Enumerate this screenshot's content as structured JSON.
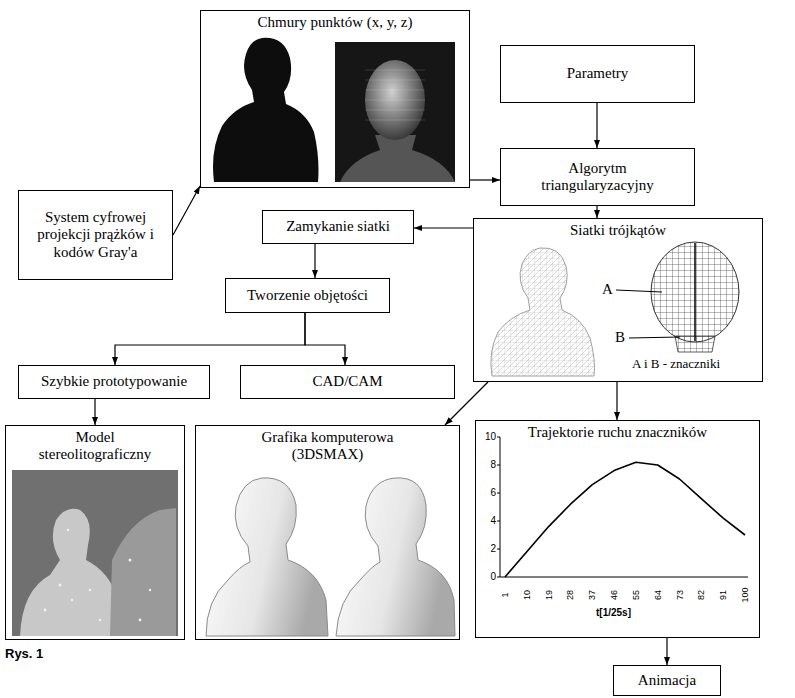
{
  "diagram": {
    "caption": "Rys. 1",
    "nodes": [
      {
        "text": [
          "System cyfrowej projekcji prążków i kodów Gray'a"
        ]
      },
      {
        "text": [
          "Chmury punktów (x, y, z)"
        ]
      },
      {
        "text": [
          "Parametry"
        ]
      },
      {
        "text": [
          "Algorytm triangularyzacyjny"
        ]
      },
      {
        "text": [
          "Siatki trójkątów"
        ]
      },
      {
        "text": [
          "Zamykanie siatki"
        ]
      },
      {
        "text": [
          "Tworzenie objętości"
        ]
      },
      {
        "text": [
          "Szybkie prototypowanie"
        ]
      },
      {
        "text": [
          "CAD/CAM"
        ]
      },
      {
        "text": [
          "Model stereolitograficzny"
        ]
      },
      {
        "text": [
          "Grafika komputerowa (3DSMAX)"
        ]
      },
      {
        "text": [
          "Trajektorie ruchu znaczników"
        ]
      },
      {
        "text": [
          "Animacja"
        ]
      }
    ],
    "edges": [
      {
        "from": 0,
        "to": 1,
        "arrow": "to"
      },
      {
        "from": 1,
        "to": 3,
        "arrow": "to"
      },
      {
        "from": 2,
        "to": 3,
        "arrow": "to"
      },
      {
        "from": 3,
        "to": 4,
        "arrow": "to"
      },
      {
        "from": 4,
        "to": 5,
        "arrow": "to"
      },
      {
        "from": 5,
        "to": 6,
        "arrow": "to"
      },
      {
        "from": 6,
        "to": 7,
        "arrow": "to"
      },
      {
        "from": 6,
        "to": 8,
        "arrow": "to"
      },
      {
        "from": 7,
        "to": 9,
        "arrow": "to"
      },
      {
        "from": 4,
        "to": 10,
        "arrow": "to"
      },
      {
        "from": 4,
        "to": 11,
        "arrow": "to"
      },
      {
        "from": 11,
        "to": 12,
        "arrow": "to"
      }
    ],
    "labels": [
      "A",
      "B",
      "A i B - znaczniki",
      "10",
      "8",
      "6",
      "4",
      "2",
      "0",
      "1",
      "10",
      "19",
      "28",
      "37",
      "46",
      "55",
      "64",
      "73",
      "82",
      "91",
      "100",
      "t[1/25s]"
    ]
  }
}
